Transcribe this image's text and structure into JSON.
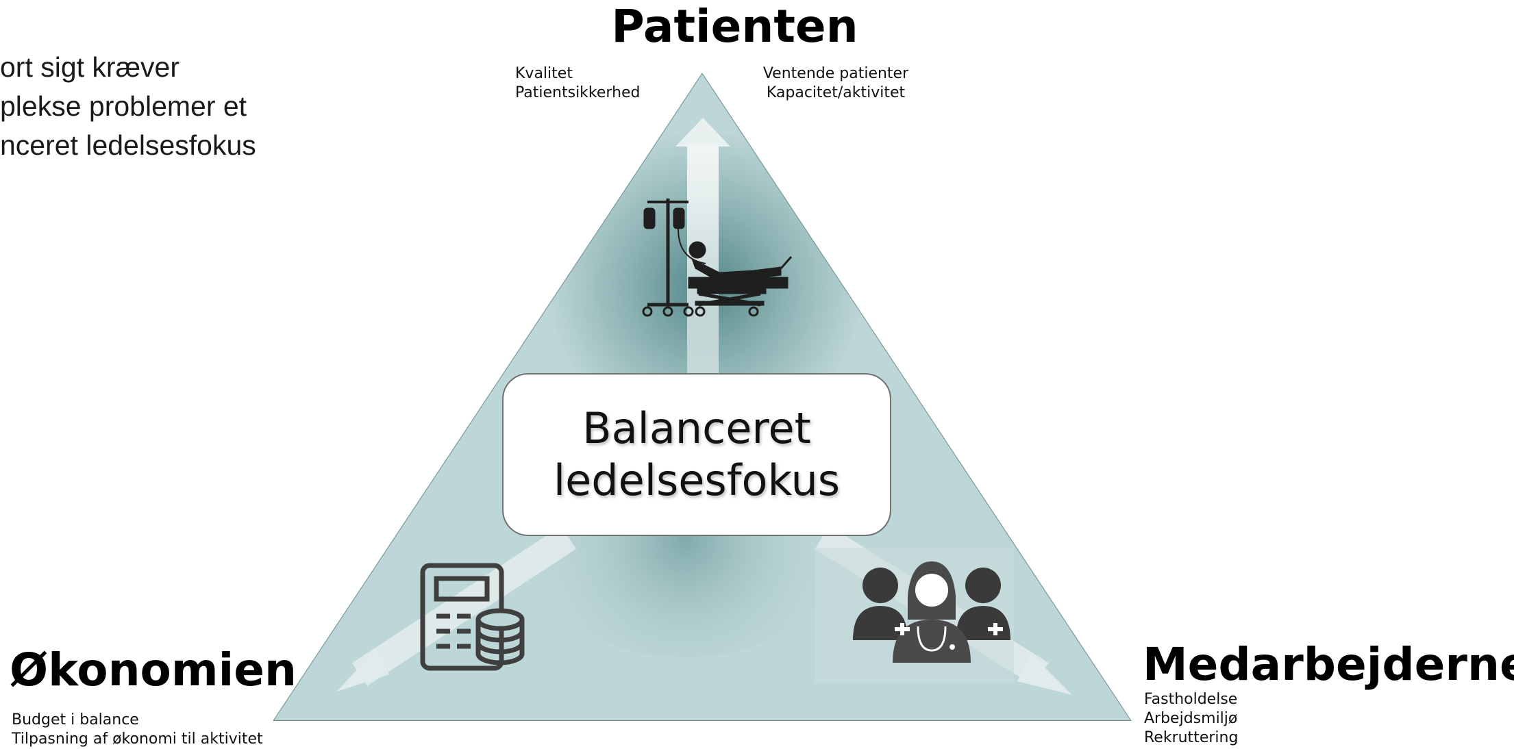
{
  "intro_lines": [
    "ort sigt kræver",
    "plekse problemer et",
    "nceret ledelsesfokus"
  ],
  "patient": {
    "heading": "Patienten",
    "left_items": [
      "Kvalitet",
      "Patientsikkerhed"
    ],
    "right_items": [
      "Ventende patienter",
      "Kapacitet/aktivitet"
    ],
    "icon": "hospital-bed-icon"
  },
  "economy": {
    "heading": "Økonomien",
    "items": [
      "Budget i balance",
      "Tilpasning af økonomi til aktivitet"
    ],
    "icon": "calculator-database-icon"
  },
  "staff": {
    "heading": "Medarbejderne",
    "items": [
      "Fastholdelse",
      "Arbejdsmiljø",
      "Rekruttering"
    ],
    "icon": "medical-staff-icon"
  },
  "center": {
    "lines": [
      "Balanceret",
      "ledelsesfokus"
    ]
  },
  "colors": {
    "triangle": "#bdd6d7",
    "triangle_dark": "#4d8283",
    "arrow": "#eef3f3",
    "icon": "#3f3f3f"
  }
}
